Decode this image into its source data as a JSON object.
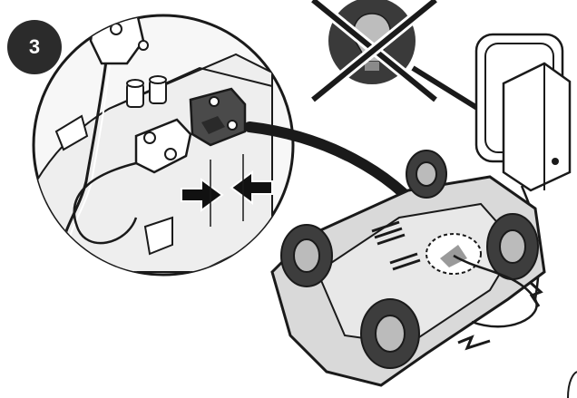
{
  "step": {
    "number": "3"
  },
  "colors": {
    "line": "#1a1a1a",
    "badge": "#2b2b2b",
    "forbidden_circle": "#3a3a3a",
    "robot_body": "#d9d9d9",
    "wheel": "#3d3d3d",
    "connector": "#4a4a4a"
  },
  "illustration": {
    "icons": [
      "step-number-badge",
      "magnified-connector-detail",
      "no-light-icon",
      "power-adapter-icon",
      "wall-outlet-icon",
      "pool-robot-underside",
      "connect-arrows-icon",
      "pointer-arrow-icon"
    ]
  }
}
